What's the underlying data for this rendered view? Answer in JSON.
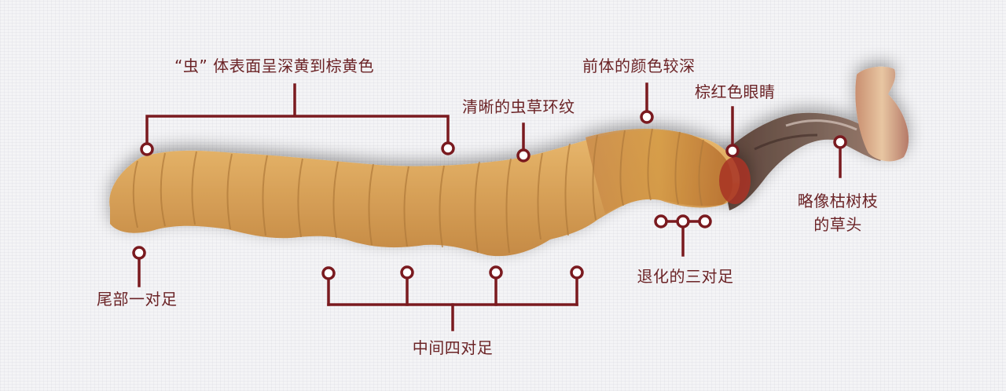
{
  "diagram": {
    "subject": "cordyceps (caterpillar fungus)",
    "accent_color": "#7a1a1f",
    "text_color": "#6b2326",
    "labels": {
      "body_color": "“虫” 体表面呈深黄到棕黄色",
      "clear_rings": "清晰的虫草环纹",
      "front_darker": "前体的颜色较深",
      "red_eye": "棕红色眼睛",
      "stroma_line1": "略像枯树枝",
      "stroma_line2": "的草头",
      "tail_feet": "尾部一对足",
      "middle_feet": "中间四对足",
      "degenerate_feet": "退化的三对足"
    }
  }
}
